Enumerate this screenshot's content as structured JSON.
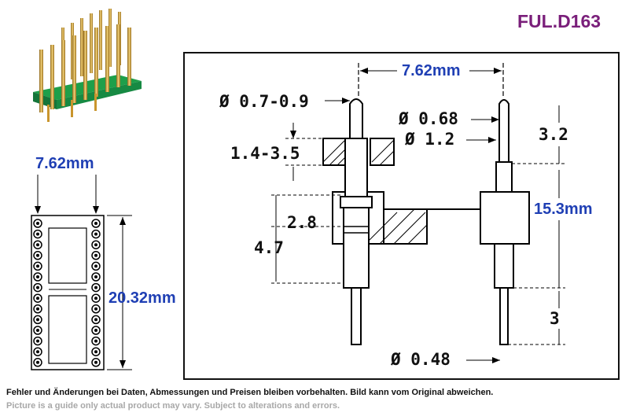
{
  "product_code": "FUL.D163",
  "left_dims": {
    "row_spacing": "7.62mm",
    "length": "20.32mm"
  },
  "drawing": {
    "pitch": "7.62mm",
    "height_15": "15.3mm",
    "label_07_09": "Ø 0.7-0.9",
    "label_068": "Ø 0.68",
    "label_12": "Ø 1.2",
    "label_14_35": "1.4-3.5",
    "label_28": "2.8",
    "label_47": "4.7",
    "label_32": "3.2",
    "label_3": "3",
    "label_048": "Ø 0.48"
  },
  "footer": {
    "line_de": "Fehler und Änderungen bei Daten, Abmessungen und Preisen bleiben vorbehalten. Bild kann vom Original abweichen.",
    "line_en": "Picture is a guide only actual product may vary. Subject to alterations and errors."
  },
  "colors": {
    "code": "#7a1f7a",
    "dimension": "#1f3fb4",
    "pcb_green": "#1e9f4a",
    "pin_gold": "#d9a637"
  }
}
